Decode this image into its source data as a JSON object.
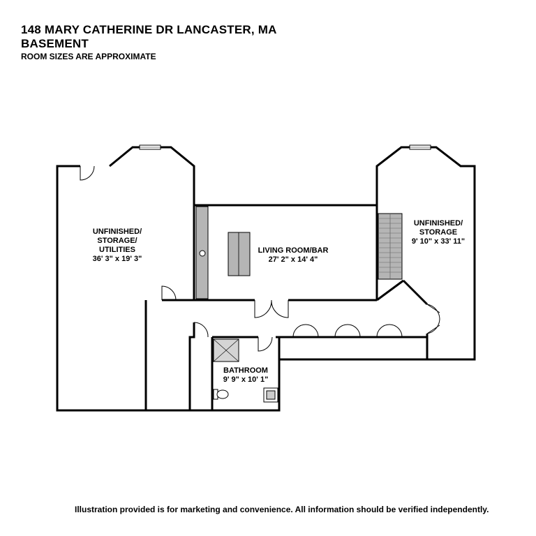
{
  "header": {
    "address": "148 MARY CATHERINE DR LANCASTER, MA",
    "floor": "BASEMENT",
    "note": "ROOM SIZES ARE APPROXIMATE"
  },
  "rooms": {
    "storage_left": {
      "line1": "UNFINISHED/",
      "line2": "STORAGE/",
      "line3": "UTILITIES",
      "size": "36' 3\" x 19' 3\""
    },
    "living": {
      "name": "LIVING ROOM/BAR",
      "size": "27' 2\" x 14' 4\""
    },
    "storage_right": {
      "line1": "UNFINISHED/",
      "line2": "STORAGE",
      "size": "9' 10\" x 33' 11\""
    },
    "bathroom": {
      "name": "BATHROOM",
      "size": "9' 9\" x 10' 1\""
    }
  },
  "footer": {
    "disclaimer": "Illustration provided is for marketing and convenience. All information should be verified independently."
  }
}
